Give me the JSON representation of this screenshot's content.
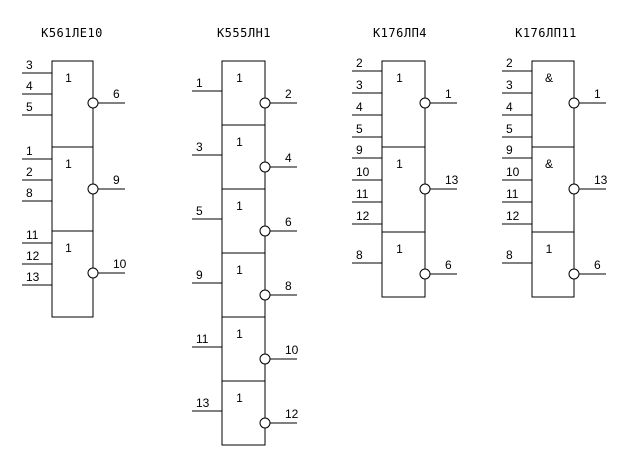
{
  "chips": [
    {
      "title": "К561ЛЕ10",
      "gates": [
        {
          "symbol": "1",
          "inputs": [
            "3",
            "4",
            "5"
          ],
          "output": "6"
        },
        {
          "symbol": "1",
          "inputs": [
            "1",
            "2",
            "8"
          ],
          "output": "9"
        },
        {
          "symbol": "1",
          "inputs": [
            "11",
            "12",
            "13"
          ],
          "output": "10"
        }
      ]
    },
    {
      "title": "К555ЛН1",
      "gates": [
        {
          "symbol": "1",
          "inputs": [
            "1"
          ],
          "output": "2"
        },
        {
          "symbol": "1",
          "inputs": [
            "3"
          ],
          "output": "4"
        },
        {
          "symbol": "1",
          "inputs": [
            "5"
          ],
          "output": "6"
        },
        {
          "symbol": "1",
          "inputs": [
            "9"
          ],
          "output": "8"
        },
        {
          "symbol": "1",
          "inputs": [
            "11"
          ],
          "output": "10"
        },
        {
          "symbol": "1",
          "inputs": [
            "13"
          ],
          "output": "12"
        }
      ]
    },
    {
      "title": "К176ЛП4",
      "gates": [
        {
          "symbol": "1",
          "inputs": [
            "2",
            "3",
            "4",
            "5"
          ],
          "output": "1"
        },
        {
          "symbol": "1",
          "inputs": [
            "9",
            "10",
            "11",
            "12"
          ],
          "output": "13"
        },
        {
          "symbol": "1",
          "inputs": [
            "8"
          ],
          "output": "6"
        }
      ]
    },
    {
      "title": "К176ЛП11",
      "gates": [
        {
          "symbol": "&",
          "inputs": [
            "2",
            "3",
            "4",
            "5"
          ],
          "output": "1"
        },
        {
          "symbol": "&",
          "inputs": [
            "9",
            "10",
            "11",
            "12"
          ],
          "output": "13"
        },
        {
          "symbol": "1",
          "inputs": [
            "8"
          ],
          "output": "6"
        }
      ]
    }
  ]
}
